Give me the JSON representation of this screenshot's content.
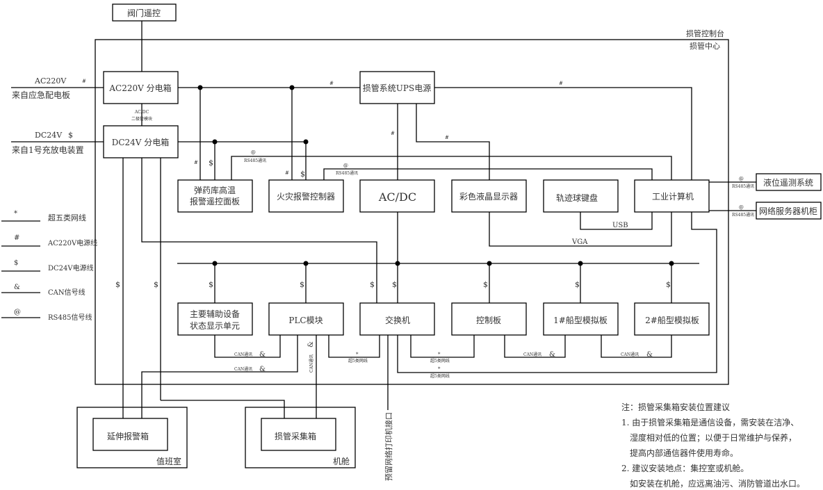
{
  "diagram": {
    "console_label": "损管控制台",
    "center_label": "损管中心",
    "valve_remote": "阀门遥控",
    "inputs": {
      "ac_label": "AC220V",
      "ac_source": "来自应急配电板",
      "ac_mark": "#",
      "dc_label": "DC24V",
      "dc_source": "来自1号充放电装置",
      "dc_mark": "$"
    },
    "boxes": {
      "ac_dist": "AC220V 分电箱",
      "dc_dist": "DC24V 分电箱",
      "acdc_module_line1": "AC/DC",
      "acdc_module_line2": "二极管模块",
      "ups": "损管系统UPS电源",
      "ammo_line1": "弹药库高温",
      "ammo_line2": "报警遥控面板",
      "fire": "火灾报警控制器",
      "acdc": "AC/DC",
      "lcd": "彩色液晶显示器",
      "trackball": "轨迹球键盘",
      "ipc": "工业计算机",
      "level": "液位遥测系统",
      "server": "网络服务器机柜",
      "aux_line1": "主要辅助设备",
      "aux_line2": "状态显示单元",
      "plc": "PLC模块",
      "switch": "交换机",
      "control": "控制板",
      "ship1": "1#船型模拟板",
      "ship2": "2#船型模拟板",
      "ext_alarm": "延伸报警箱",
      "collector": "损管采集箱",
      "duty_room": "值班室",
      "engine_room": "机舱",
      "printer_port": "预留网络打印机接口"
    },
    "marks": {
      "hash": "#",
      "dollar": "$",
      "at": "@",
      "amp": "&",
      "star": "*",
      "rs485": "RS485通讯",
      "can": "CAN通讯",
      "cat5": "超5类网线",
      "usb": "USB",
      "vga": "VGA"
    },
    "legend": [
      {
        "symbol": "*",
        "label": "超五类网线"
      },
      {
        "symbol": "#",
        "label": "AC220V电源线"
      },
      {
        "symbol": "$",
        "label": "DC24V电源线"
      },
      {
        "symbol": "&",
        "label": "CAN信号线"
      },
      {
        "symbol": "@",
        "label": "RS485信号线"
      }
    ],
    "notes": {
      "title": "注：损管采集箱安装位置建议",
      "lines": [
        "1. 由于损管采集箱是通信设备，需安装在洁净、",
        "湿度相对低的位置；以便于日常维护与保养，",
        "提高内部通信器件使用寿命。",
        "2. 建议安装地点：集控室或机舱。",
        "如安装在机舱，应远离油污、消防管道出水口。"
      ]
    }
  }
}
